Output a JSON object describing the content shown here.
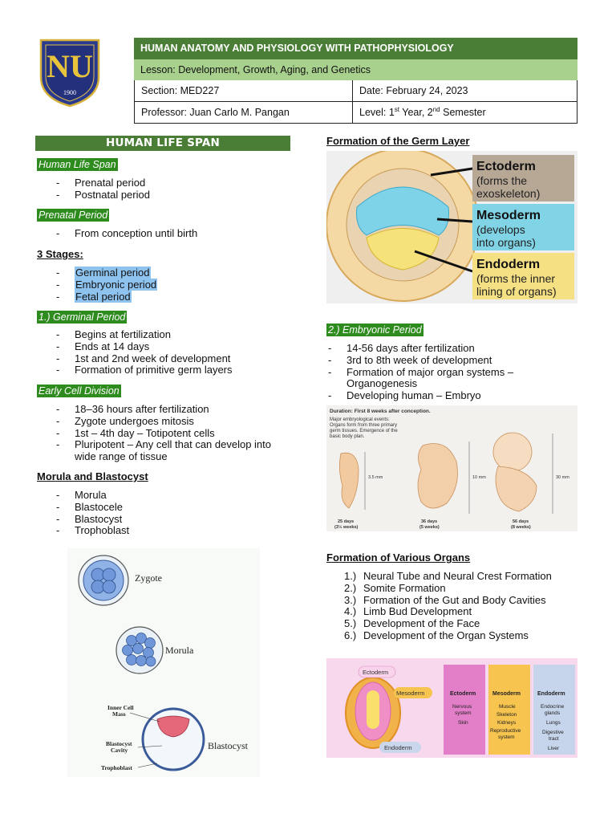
{
  "header": {
    "logo_year": "1900",
    "title": "HUMAN ANATOMY AND PHYSIOLOGY WITH PATHOPHYSIOLOGY",
    "lesson": "Lesson: Development, Growth, Aging, and Genetics",
    "section": "Section: MED227",
    "date": "Date: February 24, 2023",
    "professor": "Professor: Juan Carlo M. Pangan",
    "level_a": "Level: 1",
    "level_sup1": "st",
    "level_b": " Year, 2",
    "level_sup2": "nd",
    "level_c": " Semester"
  },
  "left": {
    "banner": "HUMAN LIFE SPAN",
    "human_life_span": {
      "tag": "Human Life Span",
      "items": [
        "Prenatal period",
        "Postnatal period"
      ]
    },
    "prenatal": {
      "tag": "Prenatal Period",
      "items": [
        "From conception until birth"
      ]
    },
    "stages": {
      "heading": "3 Stages:",
      "items": [
        "Germinal period",
        "Embryonic period",
        "Fetal period"
      ]
    },
    "germinal": {
      "tag": "1.) Germinal Period",
      "items": [
        "Begins at fertilization",
        "Ends at 14 days",
        "1st and 2nd week of development",
        "Formation of primitive germ layers"
      ]
    },
    "early_cell": {
      "tag": "Early Cell Division",
      "items": [
        "18–36 hours after fertilization",
        "Zygote undergoes mitosis",
        "1st – 4th day – Totipotent cells",
        "Pluripotent – Any cell that can develop into",
        "wide range of tissue"
      ]
    },
    "morula": {
      "heading": "Morula and Blastocyst",
      "items": [
        "Morula",
        "Blastocele",
        "Blastocyst",
        "Trophoblast"
      ]
    },
    "diagram": {
      "zygote": "Zygote",
      "morula": "Morula",
      "inner_cell": "Inner Cell",
      "mass": "Mass",
      "blastocyst": "Blastocyst",
      "blasto_cavity_1": "Blastocyst",
      "blasto_cavity_2": "Cavity",
      "trophoblast": "Trophoblast"
    }
  },
  "right": {
    "germ_heading": "Formation of the Germ Layer",
    "germ": {
      "ecto_title": "Ectoderm",
      "ecto_l1": "(forms the",
      "ecto_l2": "exoskeleton)",
      "meso_title": "Mesoderm",
      "meso_l1": "(develops",
      "meso_l2": "into organs)",
      "endo_title": "Endoderm",
      "endo_l1": "(forms the inner",
      "endo_l2": "lining of organs)"
    },
    "embryonic": {
      "tag": "2.) Embryonic Period",
      "items": [
        "14-56 days after fertilization",
        "3rd to 8th week of development",
        "Formation of major organ systems –",
        "Organogenesis",
        "Developing human – Embryo"
      ]
    },
    "embryo_img": {
      "duration": "Duration: First 8 weeks after conception.",
      "events_l1": "Major embryological events:",
      "events_l2": "Organs form from three primary",
      "events_l3": "germ tissues. Emergence of the",
      "events_l4": "basic body plan.",
      "m1": "3.5 mm",
      "m2": "10 mm",
      "m3": "30 mm",
      "d1": "25 days",
      "w1": "(3½ weeks)",
      "d2": "36 days",
      "w2": "(5 weeks)",
      "d3": "56 days",
      "w3": "(8 weeks)"
    },
    "organs_heading": "Formation of Various Organs",
    "organs": [
      {
        "n": "1.)",
        "t": "Neural Tube and Neural Crest Formation"
      },
      {
        "n": "2.)",
        "t": "Somite Formation"
      },
      {
        "n": "3.)",
        "t": "Formation of the Gut and Body Cavities"
      },
      {
        "n": "4.)",
        "t": "Limb Bud Development"
      },
      {
        "n": "5.)",
        "t": "Development of the Face"
      },
      {
        "n": "6.)",
        "t": "Development of the Organ Systems"
      }
    ],
    "layers_img": {
      "ectoderm": "Ectoderm",
      "mesoderm": "Mesoderm",
      "endoderm": "Endoderm",
      "col1_title": "Ectoderm",
      "col1": [
        "Nervous",
        "system",
        "Skin"
      ],
      "col2_title": "Mesoderm",
      "col2": [
        "Muscle",
        "Skeleton",
        "Kidneys",
        "Reproductive",
        "system"
      ],
      "col3_title": "Endoderm",
      "col3": [
        "Endocrine",
        "glands",
        "Lungs",
        "Digestive",
        "tract",
        "Liver"
      ]
    }
  }
}
